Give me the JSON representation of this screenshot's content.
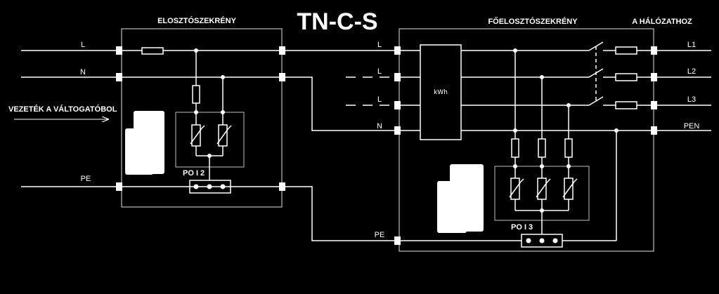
{
  "title": "TN-C-S",
  "left_cabinet": {
    "label": "ELOSZTÓSZEKRÉNY",
    "device_label": "PO I 2"
  },
  "main_cabinet": {
    "label": "FŐELOSZTÓSZEKRÉNY",
    "meter_label": "kWh",
    "device_label": "PO I 3"
  },
  "network_label": "A HÁLÓZATHOZ",
  "incoming_label": "VEZETÉK A VÁLTOGATÓBOL",
  "left_lines": {
    "l": "L",
    "n": "N",
    "pe": "PE"
  },
  "main_inputs": {
    "l1": "L",
    "l2": "L",
    "l3": "L",
    "n": "N",
    "pe": "PE"
  },
  "network_lines": {
    "l1": "L1",
    "l2": "L2",
    "l3": "L3",
    "pen": "PEN"
  },
  "colors": {
    "background": "#000000",
    "line": "#ffffff",
    "frame": "#bfbfbf"
  }
}
